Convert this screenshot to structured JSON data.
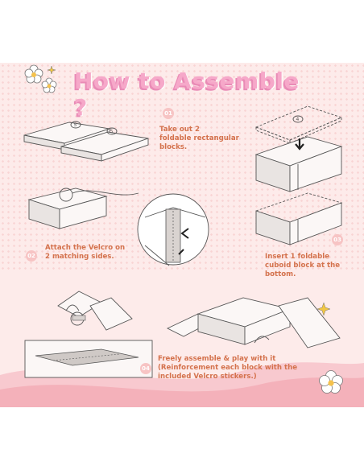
{
  "title": "How to Assemble ?",
  "accent_colors": {
    "title": "#f6a8c9",
    "step_text": "#d4724d",
    "badge": "#f7c4c4",
    "background": "#fdebea"
  },
  "steps": [
    {
      "number": "01",
      "text_lines": [
        "Take out 2",
        "foldable rectangular",
        "blocks."
      ]
    },
    {
      "number": "02",
      "text_lines": [
        "Attach the Velcro on",
        "2 matching sides."
      ]
    },
    {
      "number": "03",
      "text_lines": [
        "Insert 1 foldable",
        "cuboid block at the",
        "bottom."
      ]
    },
    {
      "number": "04",
      "text_lines": [
        "Freely assemble & play with it",
        "(Reinforcement each block with the",
        "included Velcro stickers.)"
      ]
    }
  ],
  "block_labels": {
    "rect_block_a": "5",
    "rect_block_b": "5",
    "lid_block": "4"
  },
  "decorations": [
    "flower-icon",
    "sparkle-icon"
  ]
}
